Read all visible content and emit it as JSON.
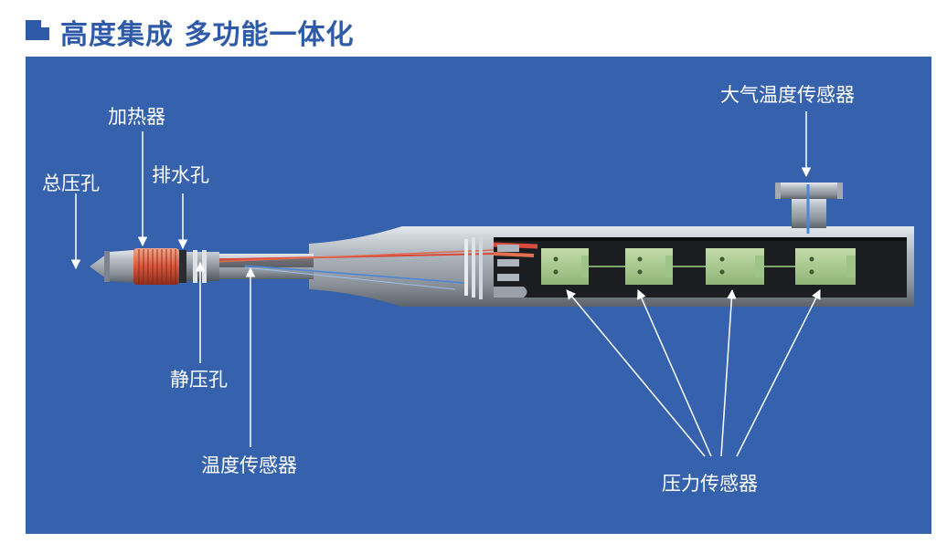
{
  "header": {
    "title": "高度集成 多功能一体化",
    "accent_color": "#2f5aa8",
    "icon": "square-bullet-icon"
  },
  "panel": {
    "background": "#3561ad"
  },
  "labels": {
    "heater": "加热器",
    "total_pressure_hole": "总压孔",
    "drain_hole": "排水孔",
    "static_pressure_hole": "静压孔",
    "temperature_sensor": "温度传感器",
    "atmospheric_temperature_sensor": "大气温度传感器",
    "pressure_sensor": "压力传感器"
  }
}
